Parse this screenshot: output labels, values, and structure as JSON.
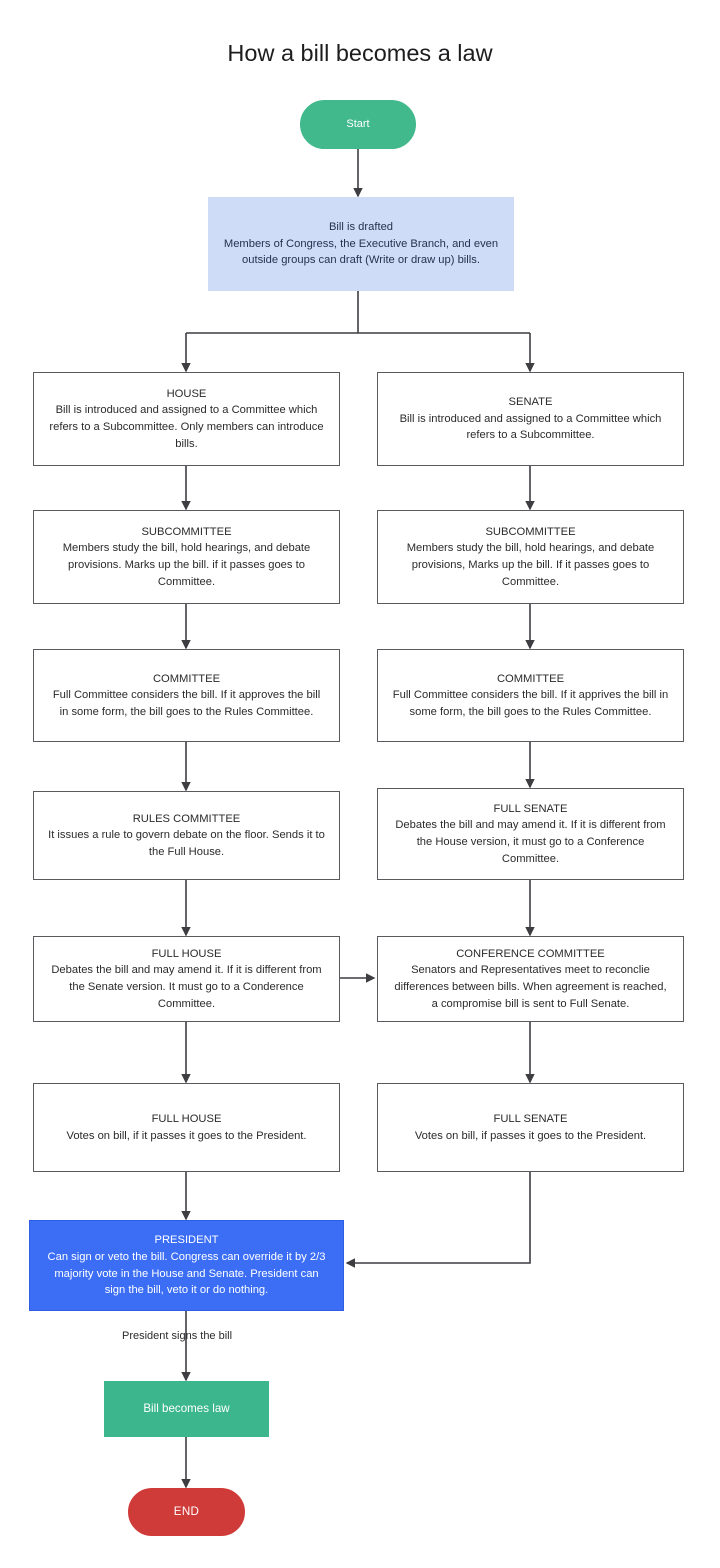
{
  "title": "How a bill becomes a law",
  "colors": {
    "start_fill": "#42b98c",
    "drafted_fill": "#cfdcf8",
    "president_fill": "#3b6ef5",
    "law_fill": "#3cb68c",
    "end_fill": "#cf3b38",
    "box_border": "#59595e",
    "edge_stroke": "#3d3d42",
    "text": "#2b2b2b"
  },
  "nodes": {
    "start": {
      "label": "Start"
    },
    "drafted": {
      "title": "Bill is drafted",
      "body": "Members of Congress, the Executive Branch, and even outside groups can draft (Write or draw up) bills."
    },
    "house_intro": {
      "title": "HOUSE",
      "body": "Bill is introduced and assigned to a Committee which refers to a Subcommittee. Only members can introduce bills."
    },
    "senate_intro": {
      "title": "SENATE",
      "body": "Bill is introduced and assigned to a Committee which refers to a Subcommittee."
    },
    "house_subcommittee": {
      "title": "SUBCOMMITTEE",
      "body": "Members study the bill, hold hearings, and debate provisions. Marks up the bill. if it passes goes to Committee."
    },
    "senate_subcommittee": {
      "title": "SUBCOMMITTEE",
      "body": "Members study the bill, hold hearings, and debate provisions, Marks up the bill. If it passes goes to Committee."
    },
    "house_committee": {
      "title": "COMMITTEE",
      "body": "Full Committee considers the bill. If it approves the bill in some form, the bill goes to the Rules Committee."
    },
    "senate_committee": {
      "title": "COMMITTEE",
      "body": "Full Committee considers the bill. If it apprives the bill in some form, the bill goes to the Rules Committee."
    },
    "rules_committee": {
      "title": "RULES COMMITTEE",
      "body": "It issues a rule to govern debate on the floor. Sends it to the Full House."
    },
    "full_senate_debate": {
      "title": "FULL SENATE",
      "body": "Debates the bill and may amend it. If it is different from the House version, it must go to a Conference Committee."
    },
    "full_house_debate": {
      "title": "FULL HOUSE",
      "body": "Debates the bill and may amend it. If it is different from the Senate version. It must go to a Conderence Committee."
    },
    "conference_committee": {
      "title": "CONFERENCE COMMITTEE",
      "body": "Senators and Representatives meet to reconclie differences between bills. When agreement is reached, a compromise bill is sent to Full Senate."
    },
    "full_house_vote": {
      "title": "FULL HOUSE",
      "body": "Votes on bill, if it passes it goes to the President."
    },
    "full_senate_vote": {
      "title": "FULL SENATE",
      "body": "Votes on bill, if passes it goes to the President."
    },
    "president": {
      "title": "PRESIDENT",
      "body": "Can sign or veto the bill. Congress can override it by 2/3 majority vote in the House and Senate. President can sign the bill, veto it or do nothing."
    },
    "bill_becomes_law": {
      "label": "Bill becomes law"
    },
    "end": {
      "label": "END"
    }
  },
  "edge_labels": {
    "president_signs": "President signs the bill"
  }
}
